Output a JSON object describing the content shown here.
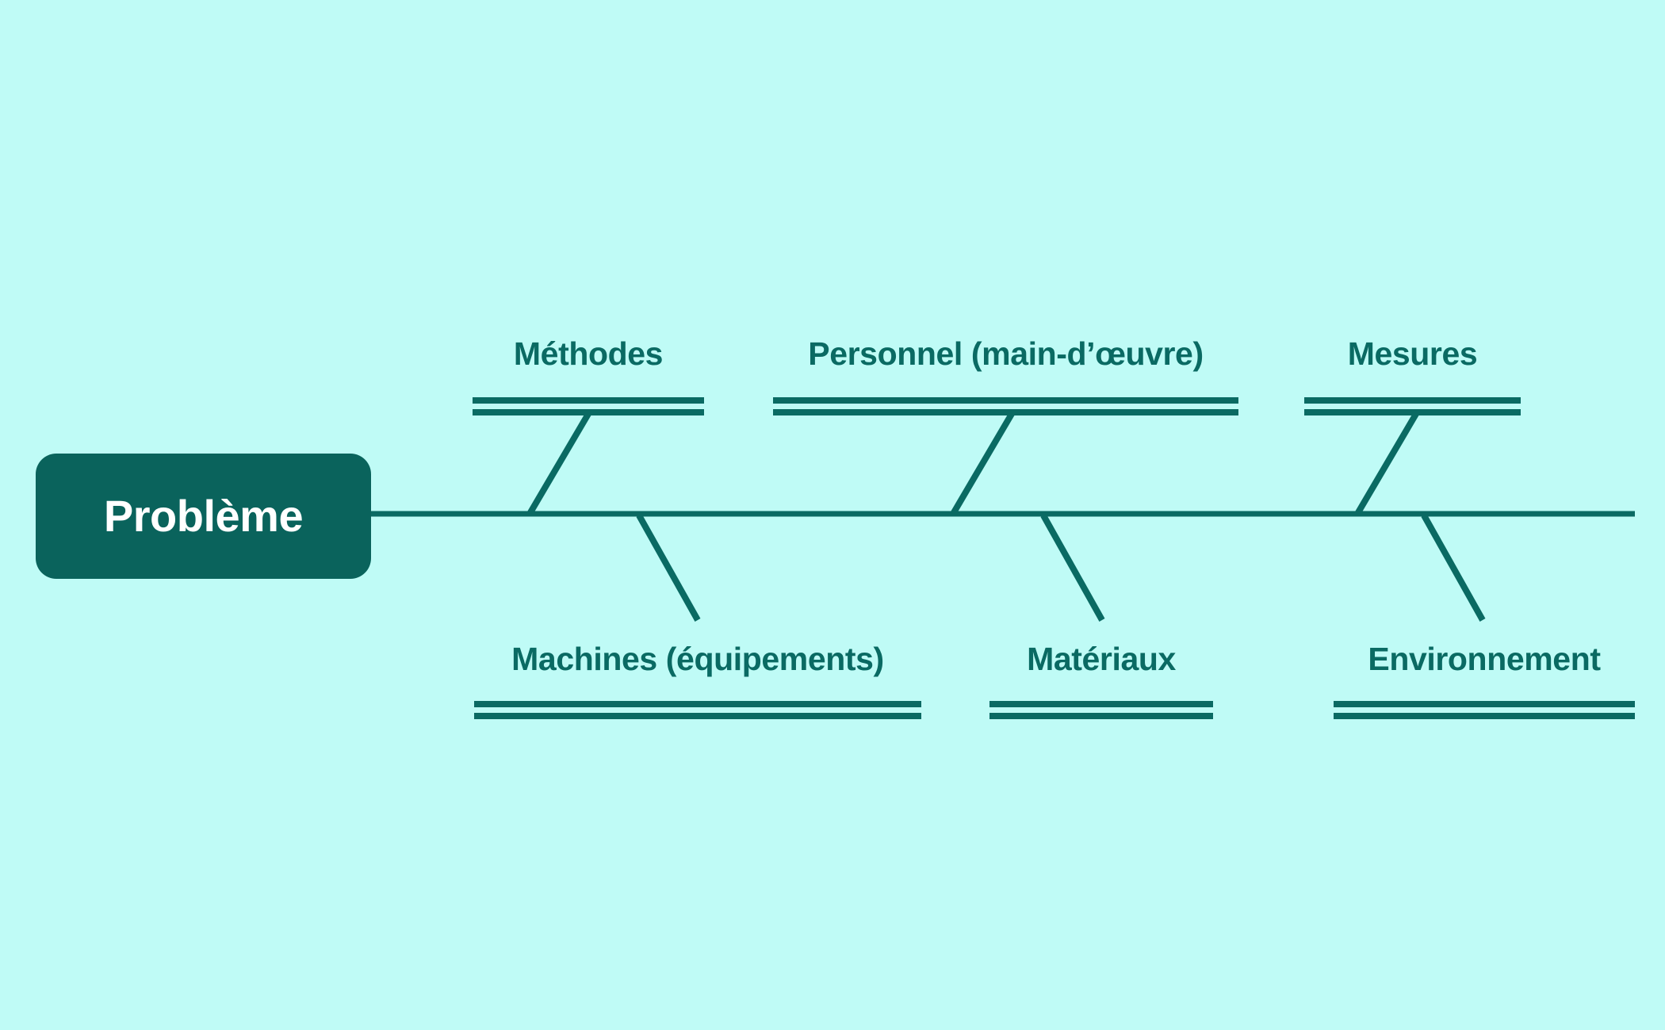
{
  "diagram": {
    "type": "fishbone-ishikawa",
    "title_box": {
      "label": "Problème"
    },
    "colors": {
      "background": "#bffbf6",
      "line": "#0a6a63",
      "box_fill": "#0a635c",
      "box_text": "#ffffff",
      "label_text": "#0a6a63"
    },
    "categories_top": [
      {
        "label": "Méthodes"
      },
      {
        "label": "Personnel (main-d’œuvre)"
      },
      {
        "label": "Mesures"
      }
    ],
    "categories_bottom": [
      {
        "label": "Machines (équipements)"
      },
      {
        "label": "Matériaux"
      },
      {
        "label": "Environnement"
      }
    ]
  },
  "chart_data": {
    "type": "diagram",
    "title": "Problème",
    "categories": [
      "Méthodes",
      "Personnel (main-d’œuvre)",
      "Mesures",
      "Machines (équipements)",
      "Matériaux",
      "Environnement"
    ]
  }
}
